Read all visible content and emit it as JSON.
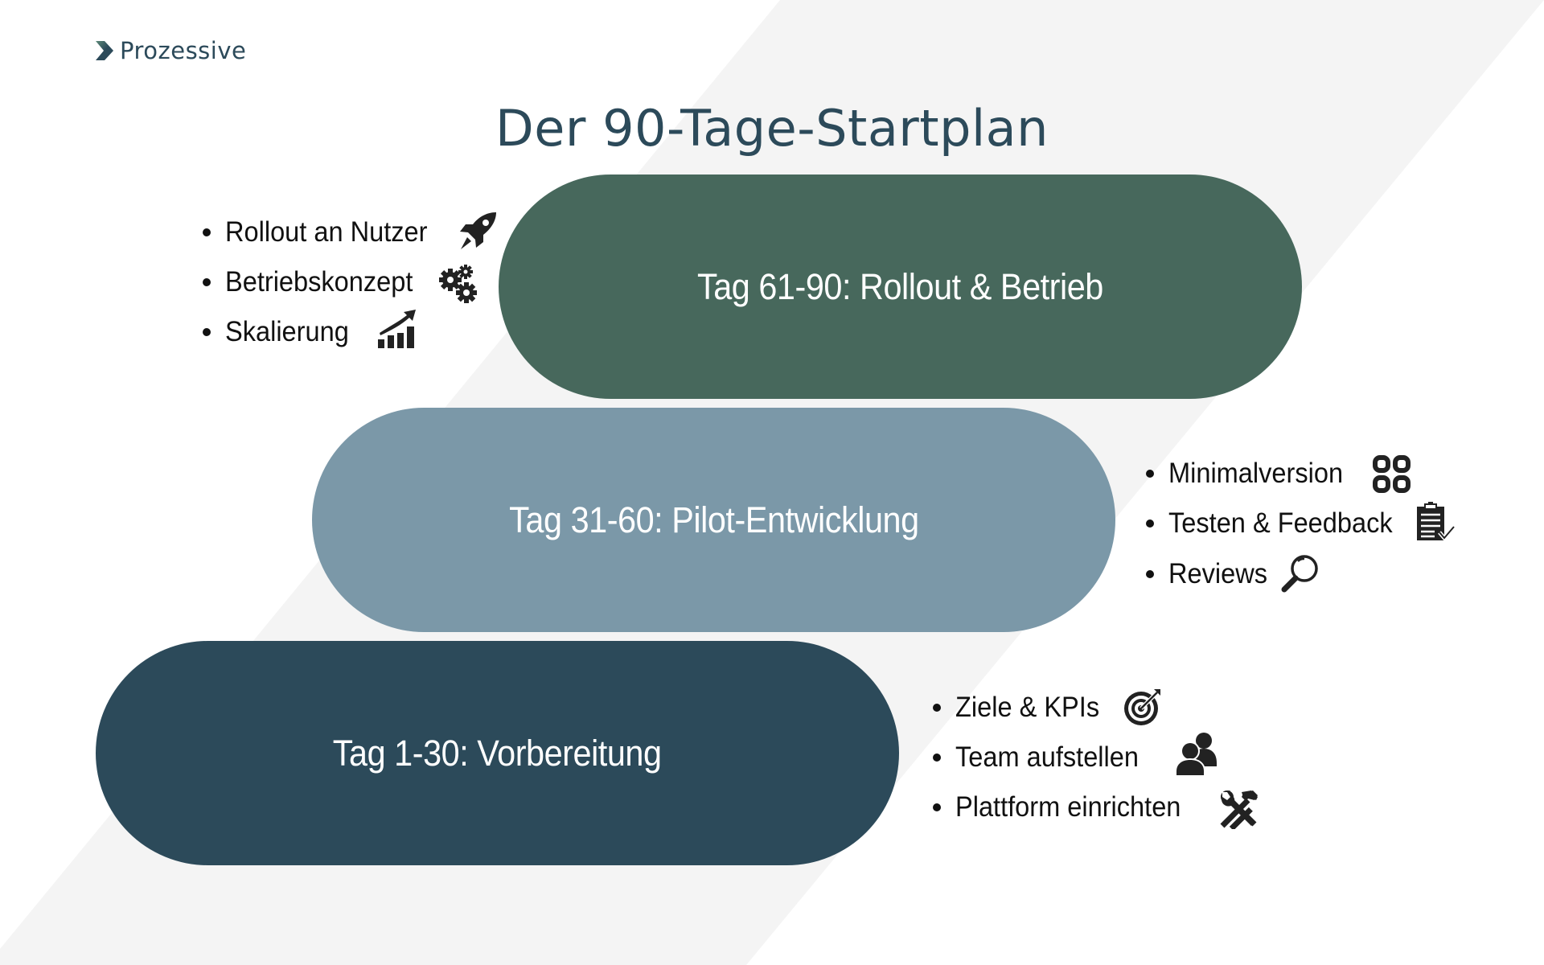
{
  "brand": {
    "name": "Prozessive",
    "logo_icon": "chevron-right-icon"
  },
  "title": "Der 90-Tage-Startplan",
  "colors": {
    "text_dark": "#2c4a5a",
    "phase_1": "#2c4a5a",
    "phase_2": "#7b98a8",
    "phase_3": "#47685c",
    "background": "#ffffff",
    "band": "#f4f4f4"
  },
  "phases": [
    {
      "label": "Tag 1-30: Vorbereitung",
      "items": [
        {
          "label": "Ziele & KPIs",
          "icon": "target-icon"
        },
        {
          "label": "Team aufstellen",
          "icon": "users-icon"
        },
        {
          "label": "Plattform einrichten",
          "icon": "tools-icon"
        }
      ]
    },
    {
      "label": "Tag 31-60: Pilot-Entwicklung",
      "items": [
        {
          "label": "Minimalversion",
          "icon": "grid-icon"
        },
        {
          "label": "Testen & Feedback",
          "icon": "clipboard-check-icon"
        },
        {
          "label": "Reviews",
          "icon": "magnifier-icon"
        }
      ]
    },
    {
      "label": "Tag 61-90: Rollout & Betrieb",
      "items": [
        {
          "label": "Rollout an Nutzer",
          "icon": "rocket-icon"
        },
        {
          "label": "Betriebskonzept",
          "icon": "gears-icon"
        },
        {
          "label": "Skalierung",
          "icon": "growth-chart-icon"
        }
      ]
    }
  ]
}
